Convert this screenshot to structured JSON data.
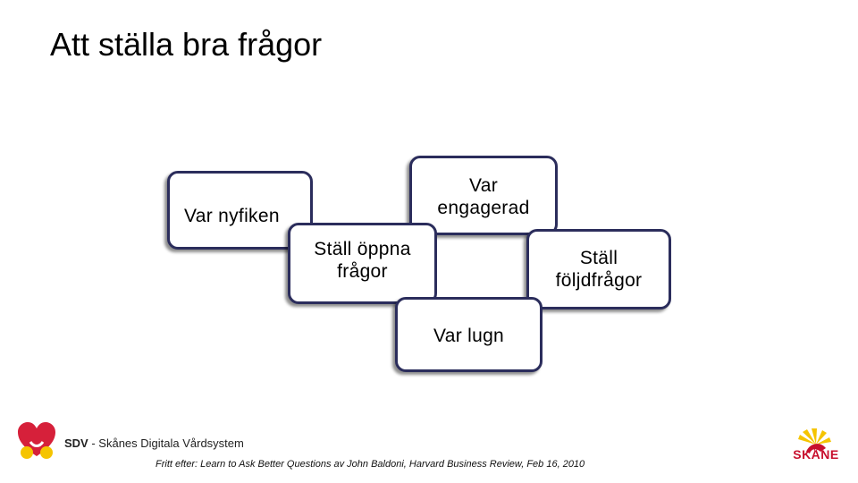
{
  "slide": {
    "title": "Att ställa bra frågor"
  },
  "boxes": {
    "nyfiken": "Var nyfiken",
    "engagerad": "Var\nengagerad",
    "oppna": "Ställ öppna\nfrågor",
    "foljd": "Ställ\nföljdfrågor",
    "lugn": "Var lugn"
  },
  "footer": {
    "sdv_bold": "SDV",
    "sdv_rest": " - Skånes Digitala Vårdsystem",
    "credit": "Fritt efter: Learn to Ask Better Questions av John Baldoni, Harvard Business Review, Feb 16, 2010",
    "region_name": "SKÅNE"
  },
  "colors": {
    "box_border": "#2b2d5c",
    "logo_red": "#d6203a",
    "logo_yellow": "#f5c400",
    "region_red": "#c8102e"
  },
  "icons": {
    "sdv_logo": "heart-logo-icon",
    "region_logo": "sun-griffin-logo-icon"
  }
}
